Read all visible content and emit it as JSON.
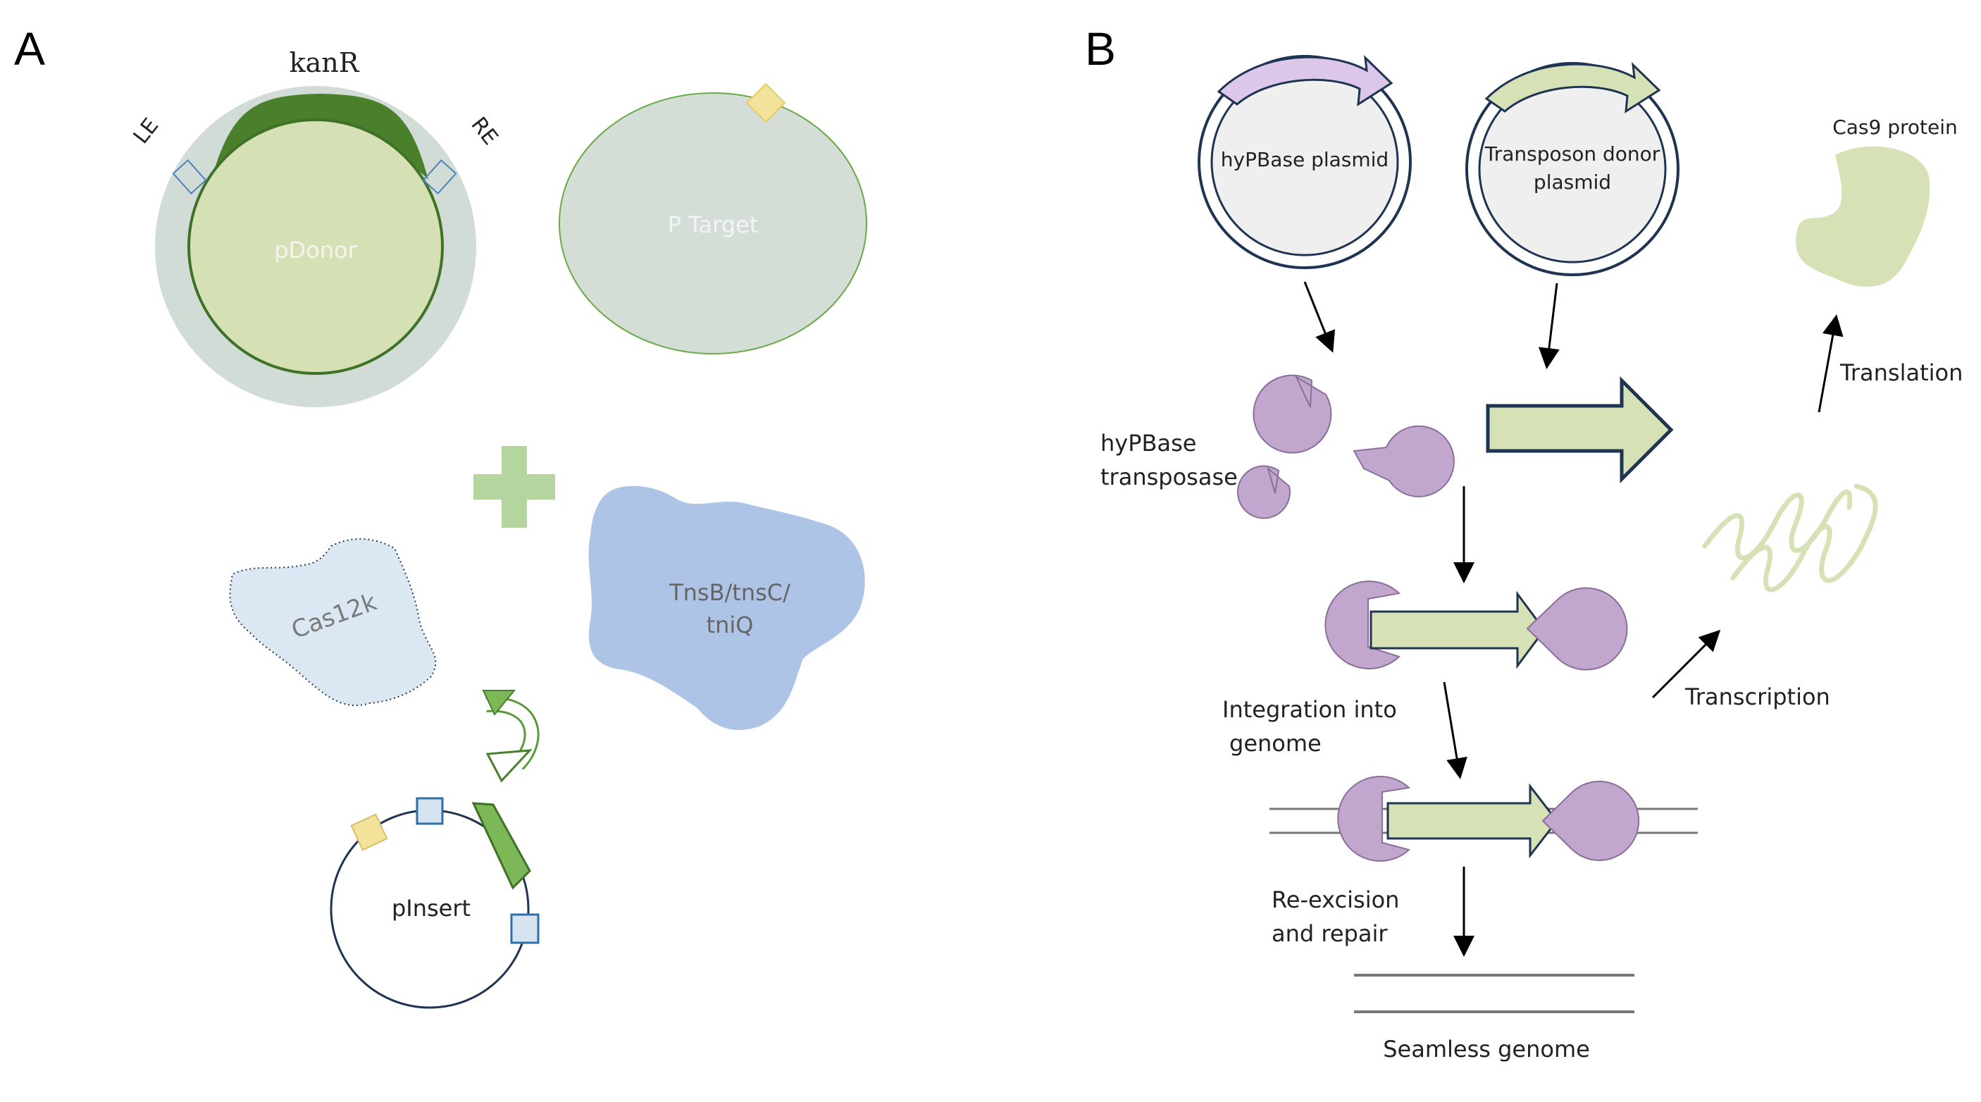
{
  "panels": {
    "a": "A",
    "b": "B"
  },
  "panel_a": {
    "kanR": "kanR",
    "le": "LE",
    "re": "RE",
    "pdonor": "pDonor",
    "ptarget": "P Target",
    "cas12k": "Cas12k",
    "tns_line1": "TnsB/tnsC/",
    "tns_line2": "tniQ",
    "pinsert": "pInsert"
  },
  "panel_b": {
    "hypbase_plasmid": "hyPBase plasmid",
    "transposon_line1": "Transposon donor",
    "transposon_line2": "plasmid",
    "cas9_protein": "Cas9 protein",
    "translation": "Translation",
    "hypbase_line1": "hyPBase",
    "hypbase_line2": "transposase",
    "transcription": "Transcription",
    "integration_line1": "Integration into",
    "integration_line2": "genome",
    "reexcision_line1": "Re-excision",
    "reexcision_line2": "and repair",
    "seamless": "Seamless genome"
  },
  "colors": {
    "dark_green": "#4a7f2c",
    "pale_green": "#d6e2b5",
    "grey_halo": "#d2dcd6",
    "yellow": "#f3e39a",
    "blue_protein": "#aec4e6",
    "light_blue": "#dce8f3",
    "purple": "#c1a7cd",
    "navy": "#1f3453"
  }
}
